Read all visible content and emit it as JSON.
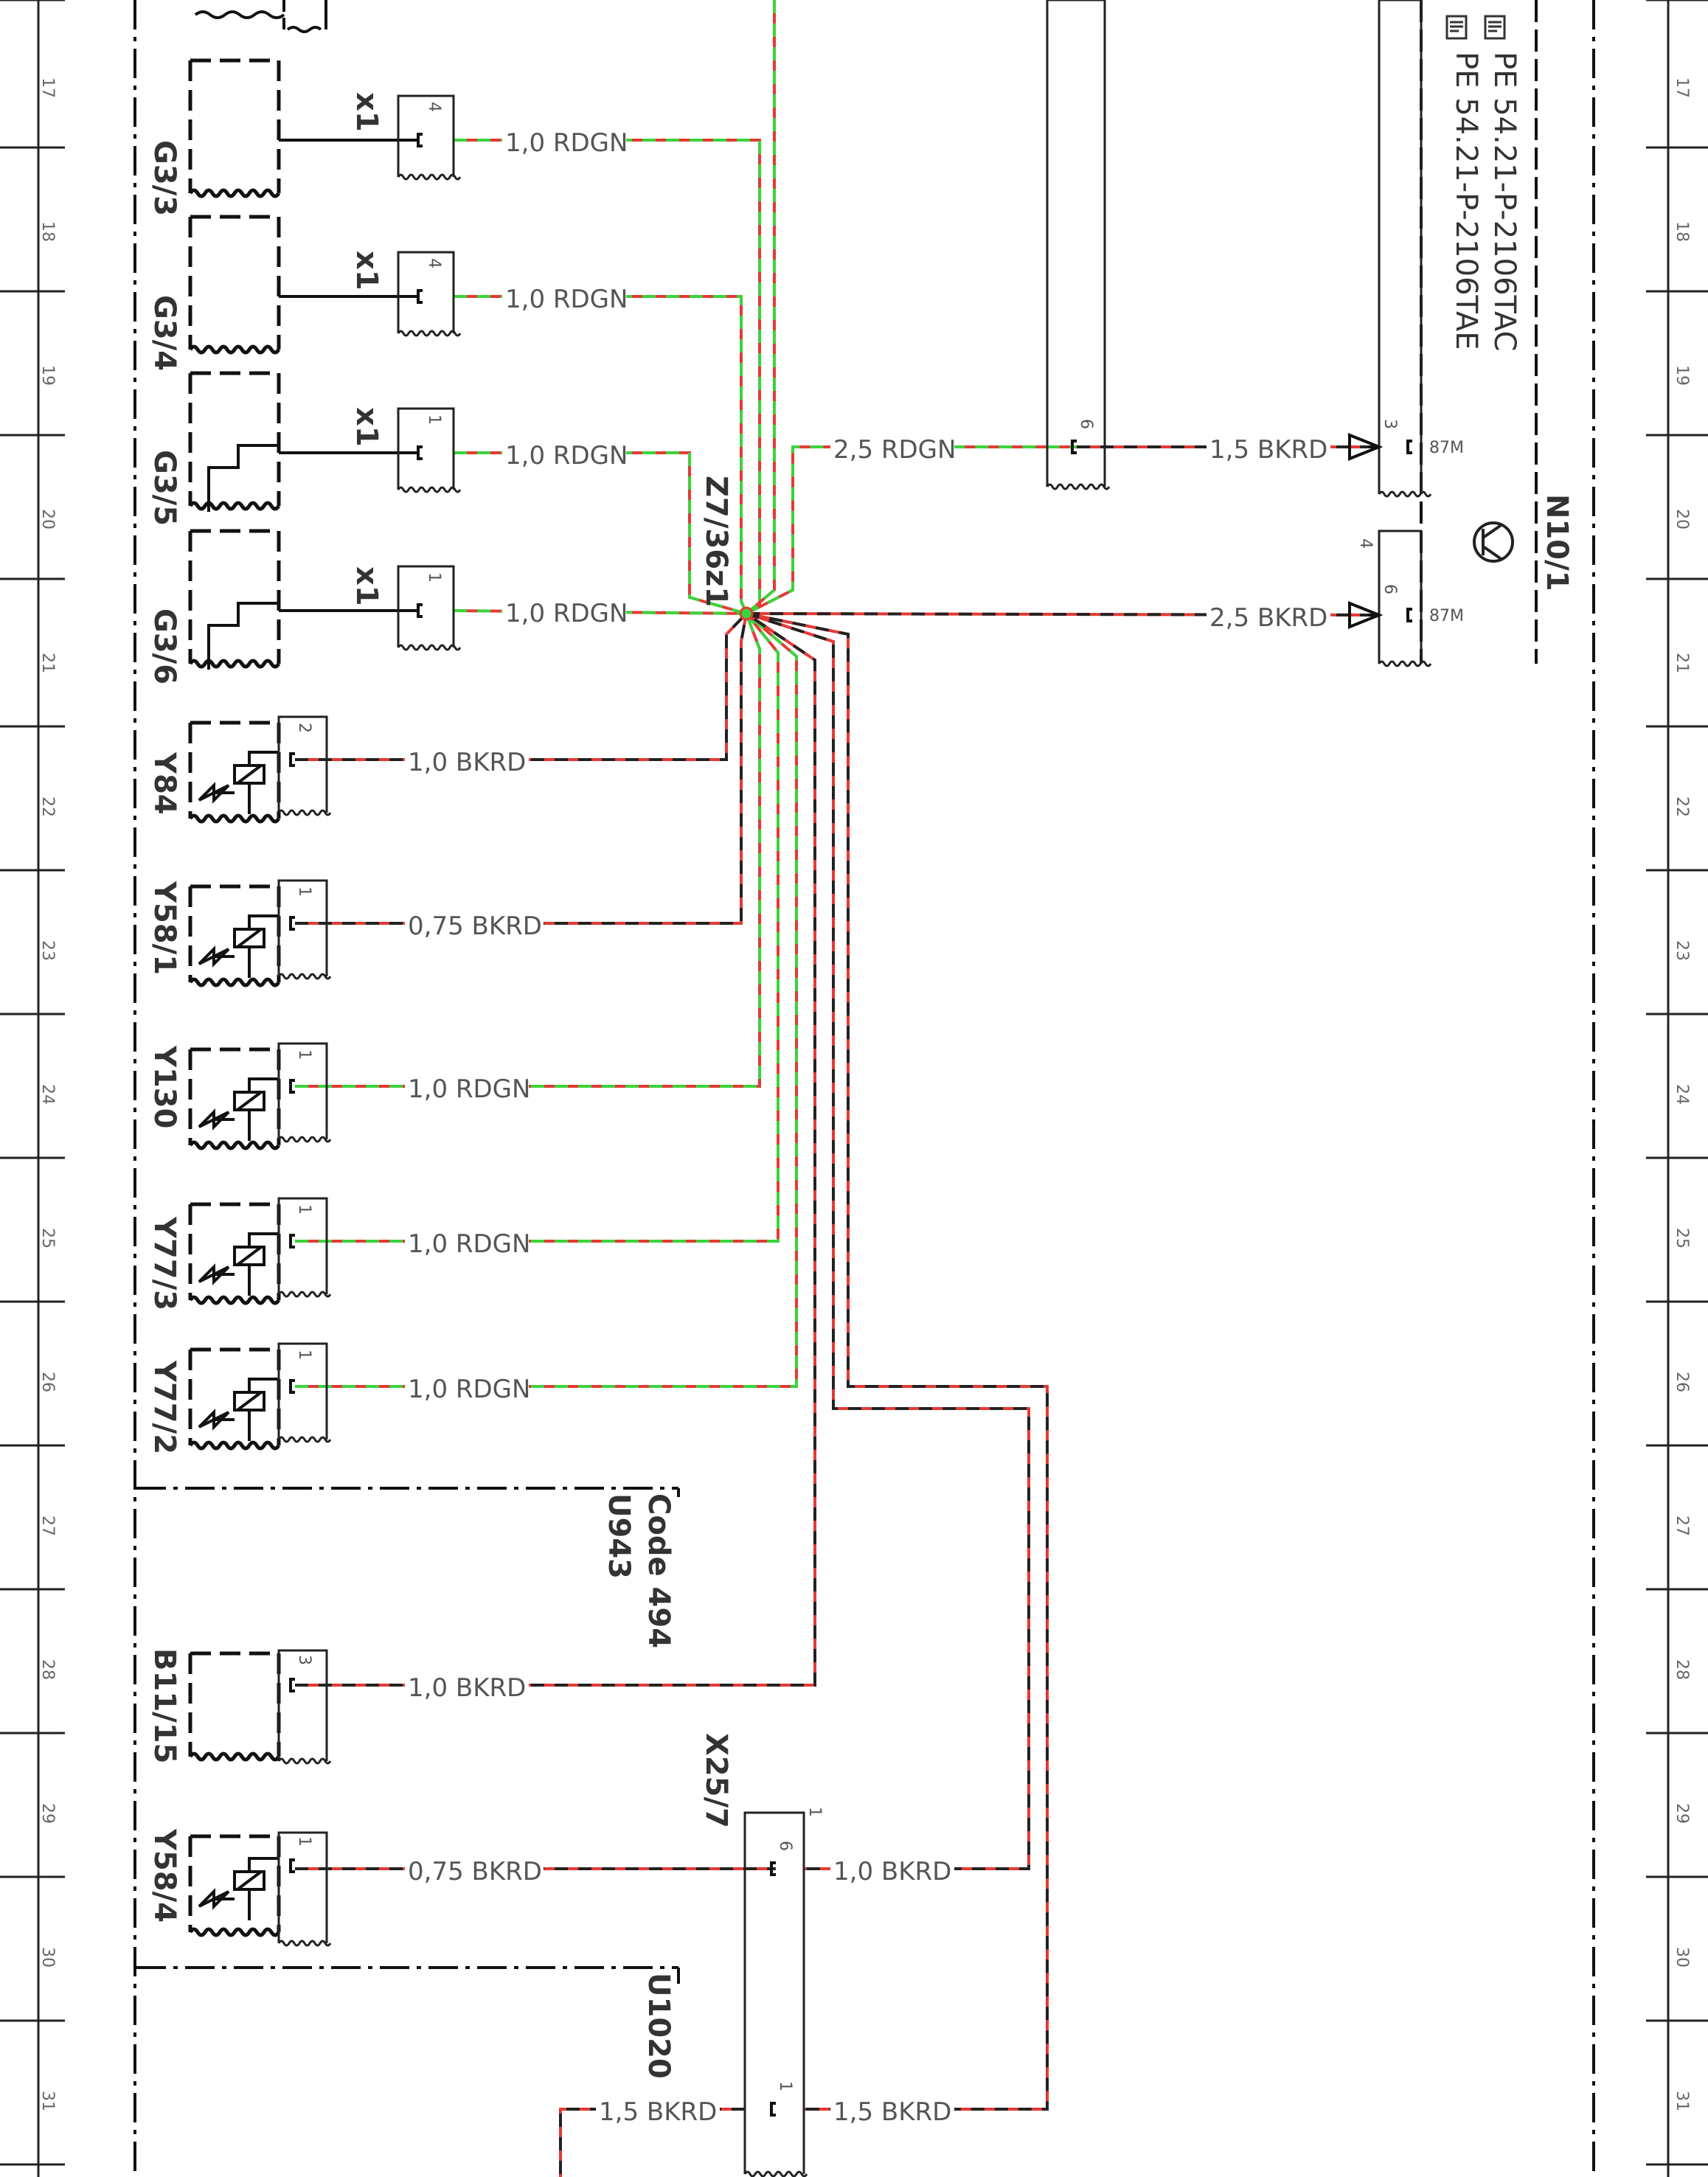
{
  "row_numbers": [
    "17",
    "18",
    "19",
    "20",
    "21",
    "22",
    "23",
    "24",
    "25",
    "26",
    "27",
    "28",
    "29",
    "30",
    "31"
  ],
  "references": {
    "ref1": "PE 54.21-P-2106TAC",
    "ref2": "PE 54.21-P-2106TAE"
  },
  "hand_pointer_icon": "pointing-hand-icon",
  "colors": {
    "red": "#e53935",
    "green": "#3bd43b",
    "black": "#222222",
    "frame": "#111111"
  },
  "components": {
    "g33": "G3/3",
    "g34": "G3/4",
    "g35": "G3/5",
    "g36": "G3/6",
    "y84": "Y84",
    "y58_1": "Y58/1",
    "y130": "Y130",
    "y77_3": "Y77/3",
    "y77_2": "Y77/2",
    "b11_15": "B11/15",
    "y58_4": "Y58/4",
    "z7": "Z7/36z1",
    "n10": "N10/1",
    "x25": "X25/7",
    "code494": "Code 494",
    "u943": "U943",
    "u1020": "U1020"
  },
  "connectors": {
    "x1": "x1",
    "m87": "87M"
  },
  "pins": {
    "p1": "1",
    "p2": "2",
    "p3": "3",
    "p4": "4",
    "p6": "6"
  },
  "wires": {
    "w_g33": "1,0 RDGN",
    "w_g34": "1,0 RDGN",
    "w_g35": "1,0 RDGN",
    "w_g36": "1,0 RDGN",
    "w_y84": "1,0 BKRD",
    "w_y58_1": "0,75 BKRD",
    "w_y130": "1,0 RDGN",
    "w_y77_3": "1,0 RDGN",
    "w_y77_2": "1,0 RDGN",
    "w_b11": "1,0 BKRD",
    "w_y58_4": "0,75 BKRD",
    "w_top_25": "2,5 RDGN",
    "w_top_15": "1,5 BKRD",
    "w_n10_25": "2,5 BKRD",
    "w_x25_10": "1,0 BKRD",
    "w_x25_15r": "1,5 BKRD",
    "w_x25_15l": "1,5 BKRD"
  }
}
